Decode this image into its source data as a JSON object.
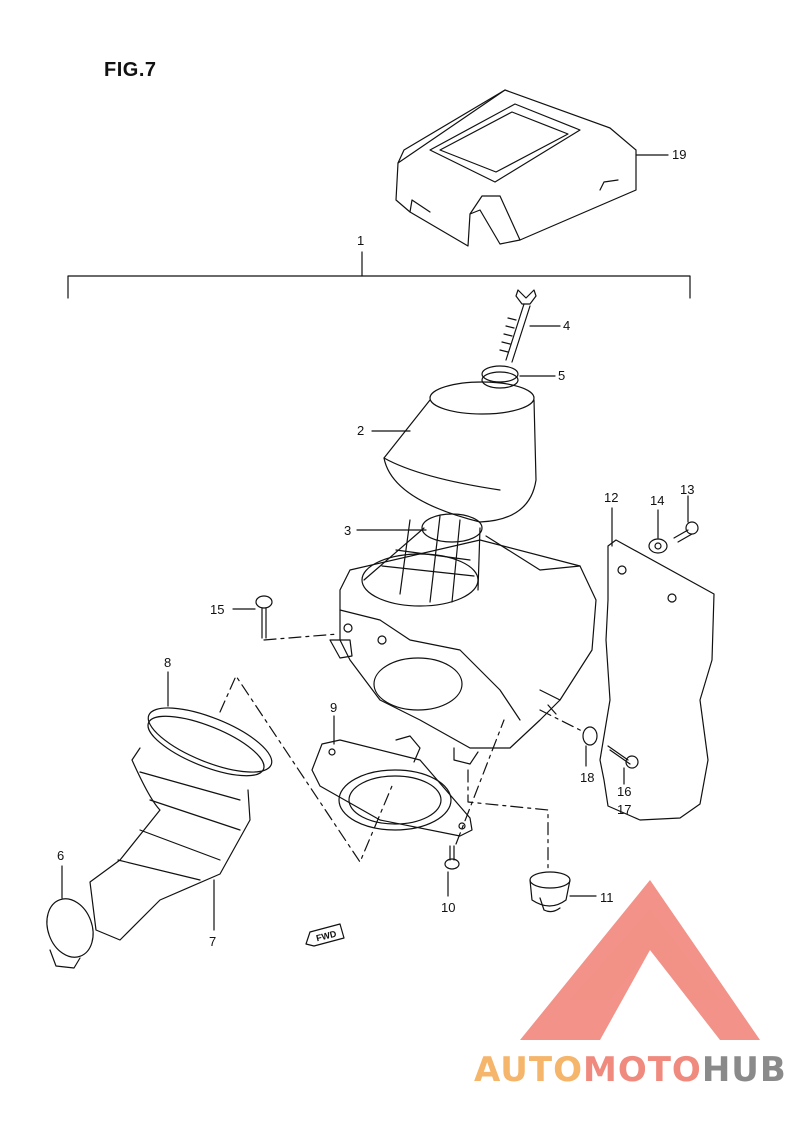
{
  "figure": {
    "title": "FIG.7"
  },
  "callouts": [
    {
      "id": "19",
      "label": "19"
    },
    {
      "id": "1",
      "label": "1"
    },
    {
      "id": "4",
      "label": "4"
    },
    {
      "id": "5",
      "label": "5"
    },
    {
      "id": "2",
      "label": "2"
    },
    {
      "id": "3",
      "label": "3"
    },
    {
      "id": "12",
      "label": "12"
    },
    {
      "id": "14",
      "label": "14"
    },
    {
      "id": "13",
      "label": "13"
    },
    {
      "id": "15",
      "label": "15"
    },
    {
      "id": "8",
      "label": "8"
    },
    {
      "id": "9",
      "label": "9"
    },
    {
      "id": "18",
      "label": "18"
    },
    {
      "id": "16",
      "label": "16"
    },
    {
      "id": "17",
      "label": "17"
    },
    {
      "id": "6",
      "label": "6"
    },
    {
      "id": "10",
      "label": "10"
    },
    {
      "id": "11",
      "label": "11"
    },
    {
      "id": "7",
      "label": "7"
    }
  ],
  "fwd_badge": "FWD",
  "watermark": {
    "part_a": "AUTO",
    "part_b": "MOTO",
    "part_c": "HUB"
  },
  "colors": {
    "line": "#111111",
    "watermark_red": "#f07f74",
    "watermark_orange": "#f5b56a",
    "watermark_grey": "#8a8a8a"
  }
}
